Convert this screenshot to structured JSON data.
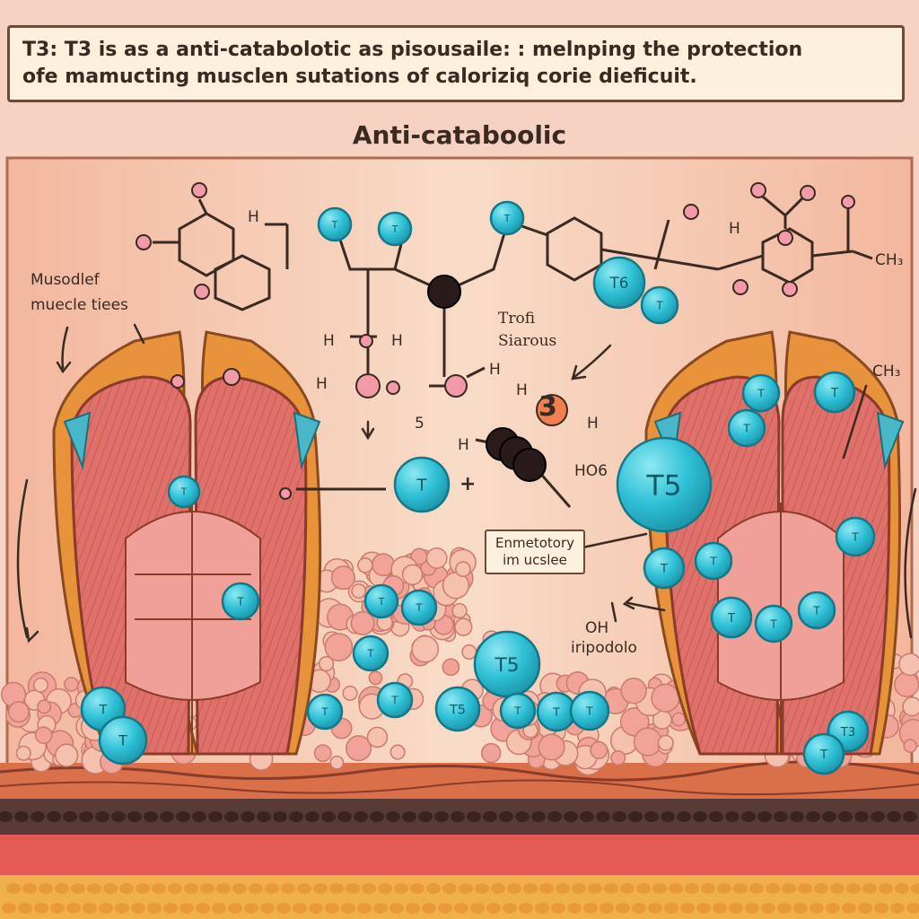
{
  "banner": {
    "line1": "T3: T3 is as a anti-catabolotic as pisousaile: : melnping the protection",
    "line2": "ofe mamucting musclen sutations of caloriziq corie dieficuit."
  },
  "subtitle": "Anti-cataboolic",
  "labels": {
    "muscle_line1": "Musodlef",
    "muscle_line2": "muecle tiees",
    "trofi_line1": "Trofi",
    "trofi_line2": "Siarous",
    "enzyme_line1": "Enmetotory",
    "enzyme_line2": "im ucslee",
    "oh_line1": "OH",
    "oh_line2": "iripodolo",
    "ch3_top": "CH₃",
    "ch3_right": "CH₃",
    "ho6": "HO6"
  },
  "molecule_labels": {
    "h_a": "H",
    "h_b": "H",
    "h_c": "H",
    "h_d": "H",
    "h_e": "H",
    "h_f": "H",
    "h_g": "H",
    "h_h": "H",
    "h_i": "H",
    "num5": "5",
    "big3": "3"
  },
  "molecules": [
    {
      "label": "T5",
      "big": true
    },
    {
      "label": "T5",
      "big": true
    },
    {
      "label": "T"
    },
    {
      "label": "T6"
    },
    {
      "label": "T5"
    },
    {
      "label": "T3"
    },
    {
      "label": "T"
    },
    {
      "label": "T"
    },
    {
      "label": "T"
    },
    {
      "label": "T"
    },
    {
      "label": "T"
    },
    {
      "label": "T"
    },
    {
      "label": "T"
    },
    {
      "label": "T"
    },
    {
      "label": "T"
    },
    {
      "label": "T"
    },
    {
      "label": "T"
    },
    {
      "label": "T"
    },
    {
      "label": "T"
    },
    {
      "label": "T"
    },
    {
      "label": "T"
    },
    {
      "label": "T"
    },
    {
      "label": "T"
    },
    {
      "label": "T"
    },
    {
      "label": "T"
    },
    {
      "label": "T"
    },
    {
      "label": "T"
    },
    {
      "label": "T"
    },
    {
      "label": "T"
    },
    {
      "label": "T"
    },
    {
      "label": "T"
    },
    {
      "label": "T"
    },
    {
      "label": "T"
    }
  ],
  "plus": "+",
  "colors": {
    "molecule": "#2fc0d6",
    "molecule_edge": "#14788a",
    "muscle": "#e0706a",
    "muscle_dark": "#b84c4a",
    "tendon": "#e8923c",
    "fat": "#f1a39a",
    "panel_bg": "#f6d2c2",
    "ink": "#3b2a22"
  }
}
